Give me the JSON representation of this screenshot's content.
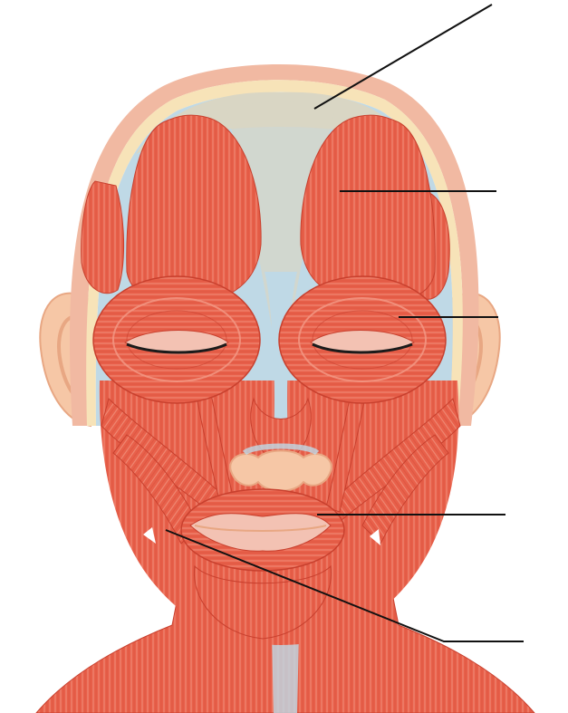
{
  "figure": {
    "subject": "facial-muscles-anterior-view",
    "colors": {
      "background": "#ffffff",
      "muscle": "#e8604a",
      "muscle_dark": "#c8402e",
      "muscle_fiber": "#f39a86",
      "skin": "#f6c7a6",
      "skin_dark": "#e8a783",
      "aponeurosis": "#d9d6c4",
      "fascia": "#bfd9e6",
      "scalp_band": "#f1b9a2",
      "scalp_inner": "#f7e3b8",
      "lip": "#f3c2b3",
      "eyelash": "#1b1b1b",
      "leader_line": "#111111"
    },
    "leader_lines": [
      {
        "id": "leader-galea-aponeurotica"
      },
      {
        "id": "leader-frontalis"
      },
      {
        "id": "leader-orbicularis-oculi"
      },
      {
        "id": "leader-orbicularis-oris"
      },
      {
        "id": "leader-buccinator"
      }
    ]
  }
}
